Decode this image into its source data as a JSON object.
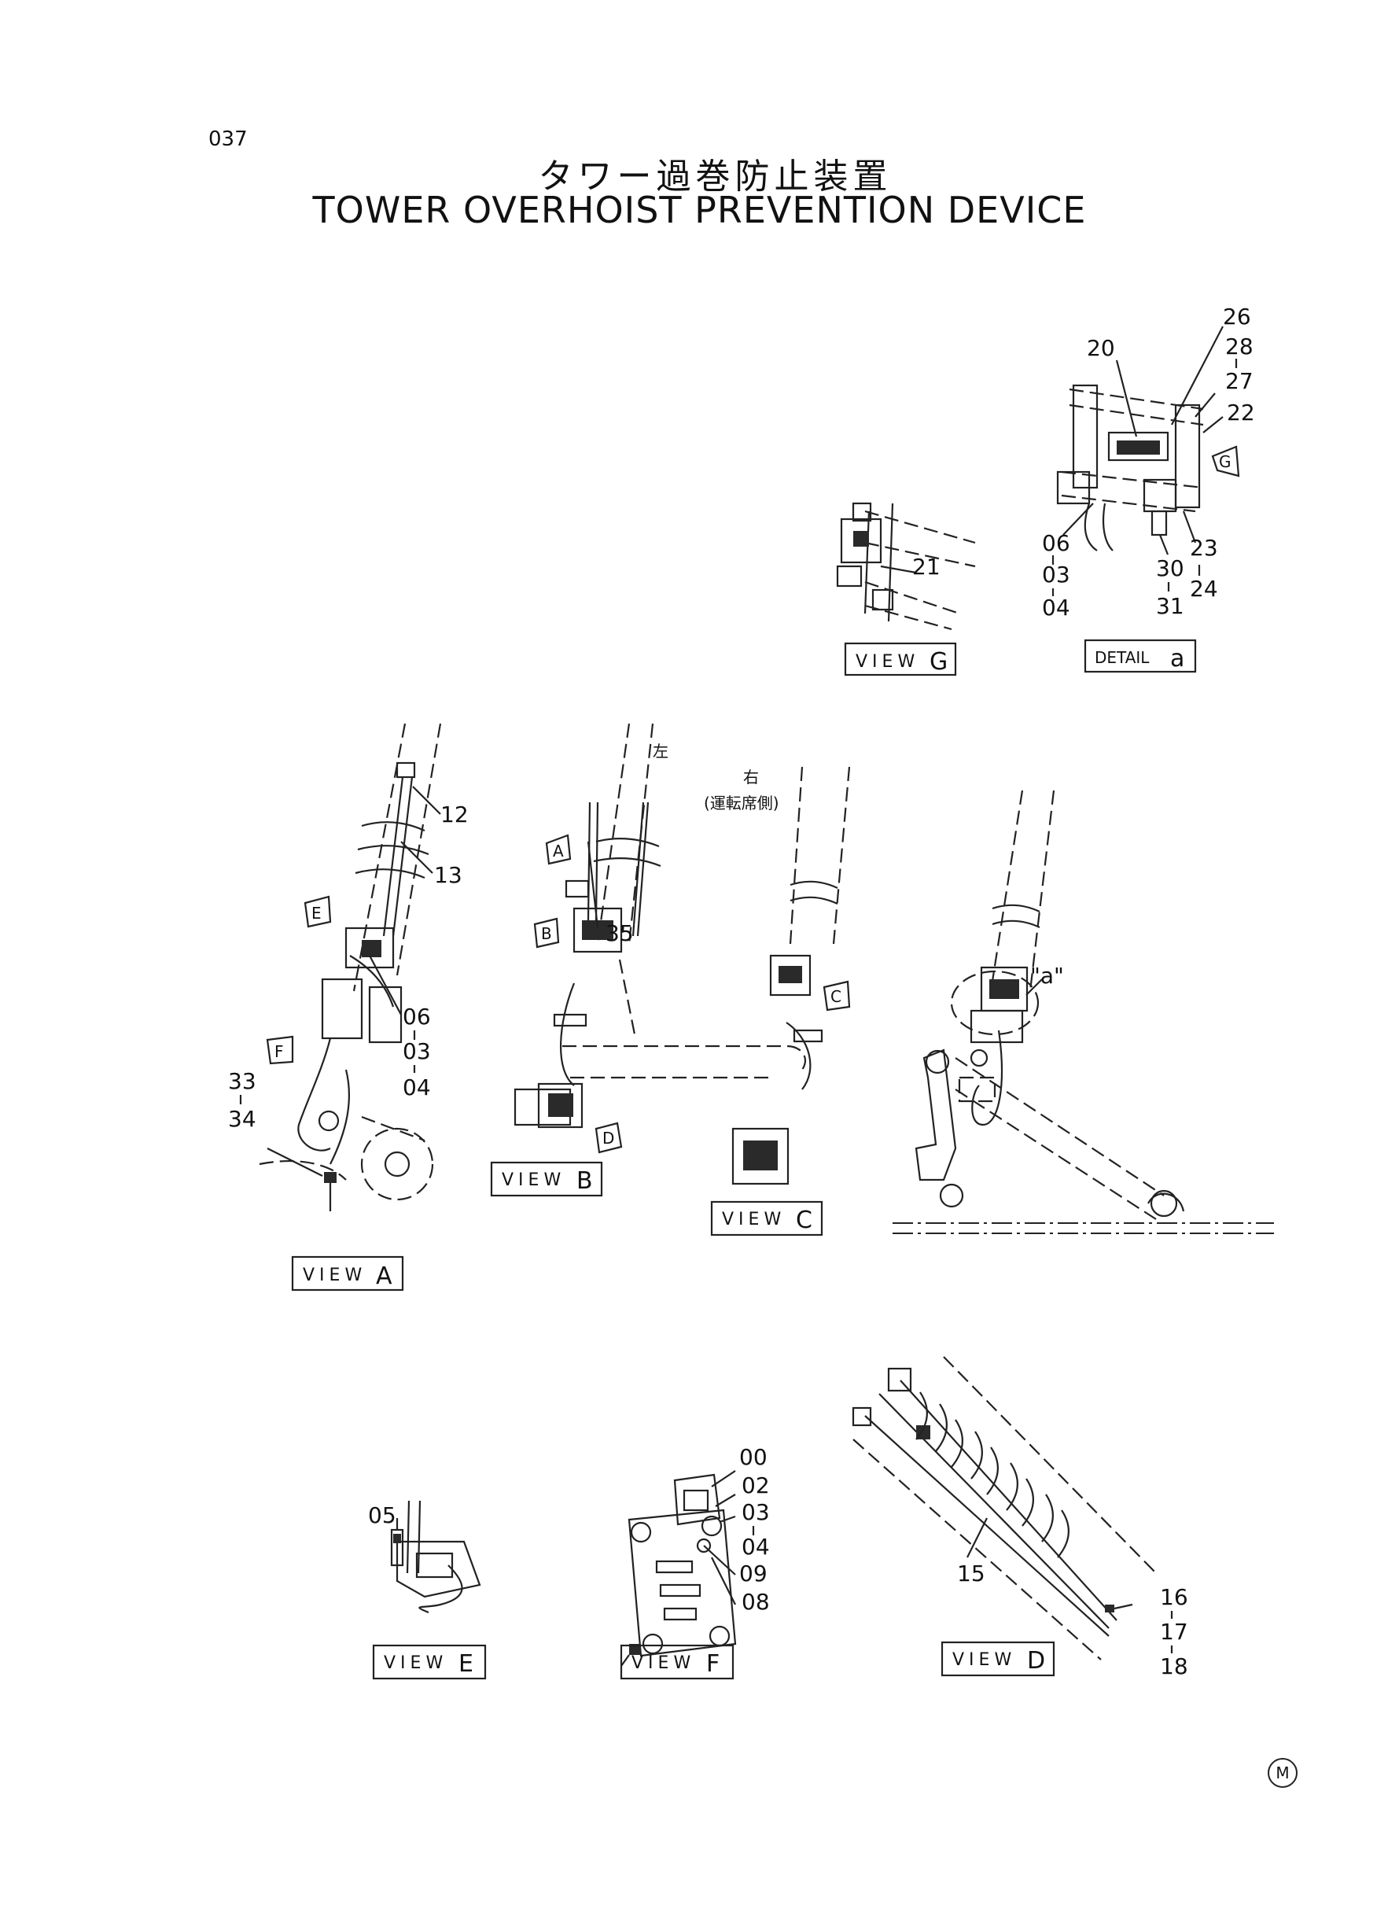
{
  "page_number": "037",
  "title_jp": "タワー過巻防止装置",
  "title_en": "TOWER OVERHOIST PREVENTION DEVICE",
  "corner_mark": "M",
  "views": {
    "view_g": {
      "box_prefix": "VIEW",
      "box_letter": "G",
      "part_labels": [
        "21"
      ]
    },
    "detail_a": {
      "box_prefix": "DETAIL",
      "box_letter": "a",
      "part_labels": [
        "26",
        "28",
        "27",
        "22",
        "20",
        "23",
        "24",
        "06",
        "03",
        "04",
        "30",
        "31"
      ],
      "callouts": [
        "G"
      ]
    },
    "view_a": {
      "box_prefix": "VIEW",
      "box_letter": "A",
      "part_labels": [
        "12",
        "13",
        "06",
        "03",
        "04",
        "33",
        "34"
      ],
      "callouts": [
        "E",
        "F"
      ]
    },
    "view_b": {
      "box_prefix": "VIEW",
      "box_letter": "B",
      "part_labels": [
        "35"
      ],
      "callouts": [
        "A",
        "B",
        "D"
      ],
      "notes": {
        "left": "左",
        "right": "右",
        "operator_side": "(運転席側)"
      }
    },
    "view_c": {
      "box_prefix": "VIEW",
      "box_letter": "C",
      "callouts": [
        "C"
      ]
    },
    "side_view": {
      "detail_marker": "\"a\""
    },
    "view_e": {
      "box_prefix": "VIEW",
      "box_letter": "E",
      "part_labels": [
        "05"
      ]
    },
    "view_f": {
      "box_prefix": "VIEW",
      "box_letter": "F",
      "part_labels": [
        "00",
        "02",
        "03",
        "04",
        "09",
        "08"
      ]
    },
    "view_d": {
      "box_prefix": "VIEW",
      "box_letter": "D",
      "part_labels": [
        "15",
        "16",
        "17",
        "18"
      ]
    }
  }
}
